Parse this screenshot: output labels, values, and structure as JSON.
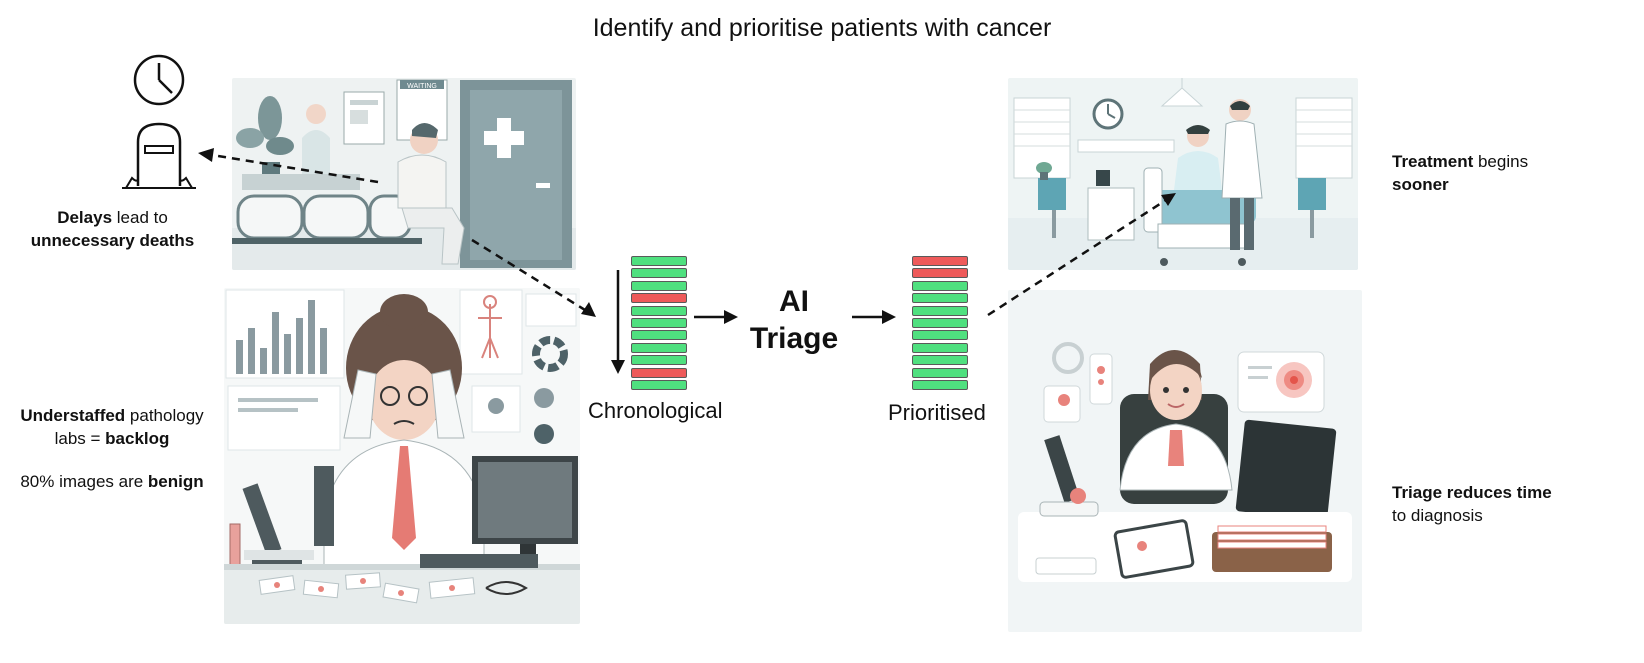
{
  "title": "Identify and prioritise patients with cancer",
  "left": {
    "deaths_caption": {
      "bold1": "Delays",
      "text1": " lead to",
      "bold2": "unnecessary deaths"
    },
    "labs_caption": {
      "bold1": "Understaffed",
      "text1": " pathology",
      "text2": "labs = ",
      "bold2": "backlog"
    },
    "benign_caption": {
      "text1": "80% images are ",
      "bold1": "benign"
    },
    "waiting_sign": "WAITING"
  },
  "center": {
    "chronological_label": "Chronological",
    "prioritised_label": "Prioritised",
    "ai_label_line1": "AI",
    "ai_label_line2": "Triage",
    "chronological_queue": [
      "normal",
      "normal",
      "normal",
      "urgent",
      "normal",
      "normal",
      "normal",
      "normal",
      "normal",
      "urgent",
      "normal"
    ],
    "prioritised_queue": [
      "urgent",
      "urgent",
      "normal",
      "normal",
      "normal",
      "normal",
      "normal",
      "normal",
      "normal",
      "normal",
      "normal"
    ],
    "colors": {
      "normal": "#4fe07f",
      "urgent": "#ee5a5a"
    }
  },
  "right": {
    "treatment_caption": {
      "bold1": "Treatment",
      "text1": " begins",
      "bold2": "sooner"
    },
    "triage_caption": {
      "bold1": "Triage reduces time",
      "text1": "to diagnosis"
    }
  }
}
